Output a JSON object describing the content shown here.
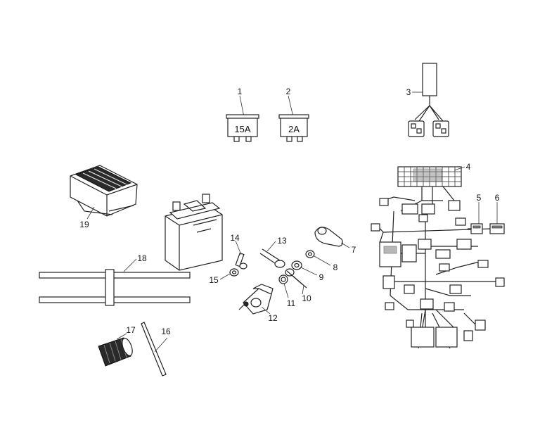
{
  "fuses": [
    {
      "callout": "1",
      "rating": "15A"
    },
    {
      "callout": "2",
      "rating": "2A"
    }
  ],
  "callouts": [
    "1",
    "2",
    "3",
    "4",
    "5",
    "6",
    "7",
    "8",
    "9",
    "10",
    "11",
    "12",
    "13",
    "14",
    "15",
    "16",
    "17",
    "18",
    "19"
  ]
}
